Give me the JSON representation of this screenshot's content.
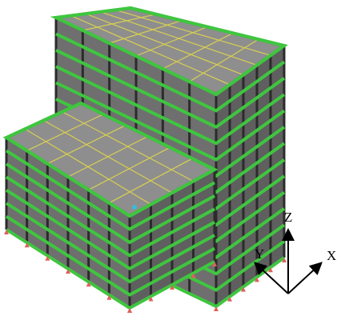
{
  "viewport": {
    "background": "#ffffff",
    "model": {
      "icon": "structural-frame-3d-model",
      "stories": {
        "tower": 13,
        "podium": 7
      },
      "colors": {
        "slab": "#8e8e8e",
        "beam": "#3fc63f",
        "beam_edge": "#2aa52a",
        "grid": "#d8cf52",
        "column": "#2b2b2b",
        "support": "#e0605a",
        "node_marker": "#3fb8d8"
      }
    },
    "axes": {
      "z_label": "Z",
      "y_label": "Y",
      "x_label": "X",
      "color": "#000000"
    }
  }
}
